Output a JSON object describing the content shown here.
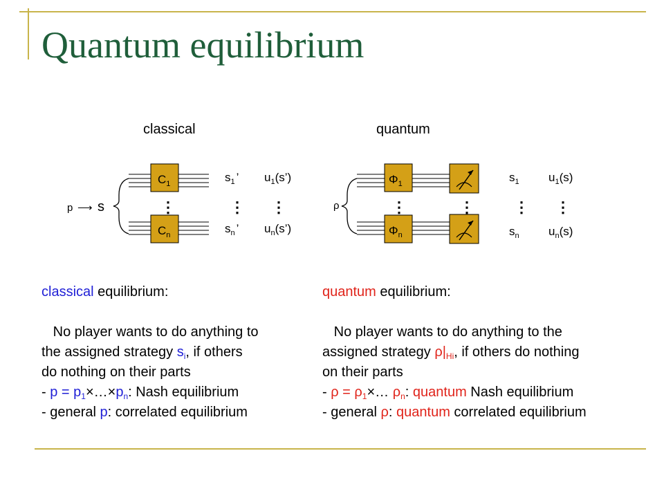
{
  "title": "Quantum equilibrium",
  "diagram": {
    "classical": {
      "heading": "classical",
      "source_p": "p",
      "arrow": "⟶",
      "source_s": "s",
      "box1": "C",
      "box1_sub": "1",
      "boxn": "C",
      "boxn_sub": "n",
      "s1": "s",
      "s1_sub": "1",
      "s1_prime": "’",
      "sn": "s",
      "sn_sub": "n",
      "sn_prime": "’",
      "u1": "u",
      "u1_sub": "1",
      "u1_arg": "(s’)",
      "un": "u",
      "un_sub": "n",
      "un_arg": "(s’)",
      "dots": "⋮"
    },
    "quantum": {
      "heading": "quantum",
      "source_rho": "ρ",
      "box1": "Φ",
      "box1_sub": "1",
      "boxn": "Φ",
      "boxn_sub": "n",
      "s1": "s",
      "s1_sub": "1",
      "sn": "s",
      "sn_sub": "n",
      "u1": "u",
      "u1_sub": "1",
      "u1_arg": "(s)",
      "un": "u",
      "un_sub": "n",
      "un_arg": "(s)",
      "dots": "⋮"
    }
  },
  "classical_text": {
    "heading_word": "classical",
    "heading_rest": " equilibrium:",
    "line1": "   No player wants to do anything to",
    "line2_a": "the assigned strategy ",
    "line2_s": "s",
    "line2_sub": "i",
    "line2_b": ", if others",
    "line3": "do nothing on their parts",
    "line4_a": "- ",
    "line4_p": "p = p",
    "line4_sub1": "1",
    "line4_times": "×…×",
    "line4_pn": "p",
    "line4_subn": "n",
    "line4_b": ": Nash equilibrium",
    "line5_a": "- general ",
    "line5_p": "p",
    "line5_b": ": correlated equilibrium"
  },
  "quantum_text": {
    "heading_word": "quantum",
    "heading_rest": " equilibrium:",
    "line1": "   No player wants to do anything to the",
    "line2_a": "assigned strategy ",
    "line2_rho": "ρ|",
    "line2_sub": "Hi",
    "line2_b": ", if others do nothing",
    "line3": "on their parts",
    "line4_a": "- ",
    "line4_rho": "ρ = ρ",
    "line4_sub1": "1",
    "line4_times": "×… ",
    "line4_rhon": "ρ",
    "line4_subn": "n",
    "line4_colon": ": ",
    "line4_red": "quantum",
    "line4_b": " Nash equilibrium",
    "line5_a": "- general ",
    "line5_rho": "ρ",
    "line5_colon": ": ",
    "line5_red": "quantum",
    "line5_b": " correlated equilibrium"
  },
  "colors": {
    "title": "#1f5e3a",
    "accent_line": "#c8b44a",
    "box_fill": "#d4a017",
    "highlight_blue": "#1f1fd6",
    "highlight_red": "#e0231a"
  }
}
